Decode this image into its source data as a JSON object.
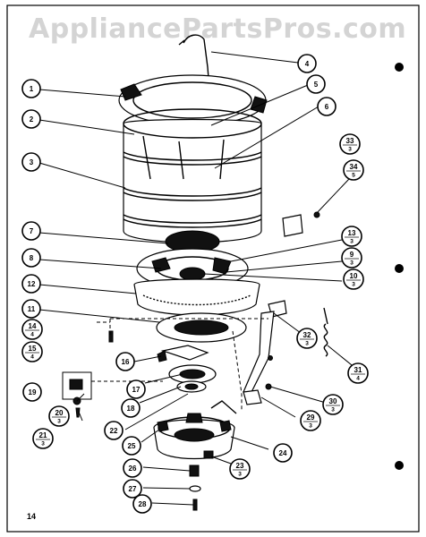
{
  "watermark": "AppliancePartsPros.com",
  "page_number": "14",
  "callouts": [
    {
      "id": "c4",
      "num": "4",
      "sub": ""
    },
    {
      "id": "c1",
      "num": "1",
      "sub": ""
    },
    {
      "id": "c5",
      "num": "5",
      "sub": ""
    },
    {
      "id": "c2",
      "num": "2",
      "sub": ""
    },
    {
      "id": "c6",
      "num": "6",
      "sub": ""
    },
    {
      "id": "c3",
      "num": "3",
      "sub": ""
    },
    {
      "id": "c33",
      "num": "33",
      "sub": "3"
    },
    {
      "id": "c34",
      "num": "34",
      "sub": "5"
    },
    {
      "id": "c7",
      "num": "7",
      "sub": ""
    },
    {
      "id": "c13",
      "num": "13",
      "sub": "3"
    },
    {
      "id": "c8",
      "num": "8",
      "sub": ""
    },
    {
      "id": "c9",
      "num": "9",
      "sub": "3"
    },
    {
      "id": "c10",
      "num": "10",
      "sub": "3"
    },
    {
      "id": "c12",
      "num": "12",
      "sub": ""
    },
    {
      "id": "c11",
      "num": "11",
      "sub": ""
    },
    {
      "id": "c14",
      "num": "14",
      "sub": "4"
    },
    {
      "id": "c32",
      "num": "32",
      "sub": "3"
    },
    {
      "id": "c15",
      "num": "15",
      "sub": "4"
    },
    {
      "id": "c16",
      "num": "16",
      "sub": ""
    },
    {
      "id": "c31",
      "num": "31",
      "sub": "4"
    },
    {
      "id": "c17",
      "num": "17",
      "sub": ""
    },
    {
      "id": "c19",
      "num": "19",
      "sub": ""
    },
    {
      "id": "c18",
      "num": "18",
      "sub": ""
    },
    {
      "id": "c30",
      "num": "30",
      "sub": "3"
    },
    {
      "id": "c20",
      "num": "20",
      "sub": "3"
    },
    {
      "id": "c22",
      "num": "22",
      "sub": ""
    },
    {
      "id": "c29",
      "num": "29",
      "sub": "3"
    },
    {
      "id": "c21",
      "num": "21",
      "sub": "3"
    },
    {
      "id": "c25",
      "num": "25",
      "sub": ""
    },
    {
      "id": "c24",
      "num": "24",
      "sub": ""
    },
    {
      "id": "c23",
      "num": "23",
      "sub": "3"
    },
    {
      "id": "c26",
      "num": "26",
      "sub": ""
    },
    {
      "id": "c27",
      "num": "27",
      "sub": ""
    },
    {
      "id": "c28",
      "num": "28",
      "sub": ""
    }
  ]
}
